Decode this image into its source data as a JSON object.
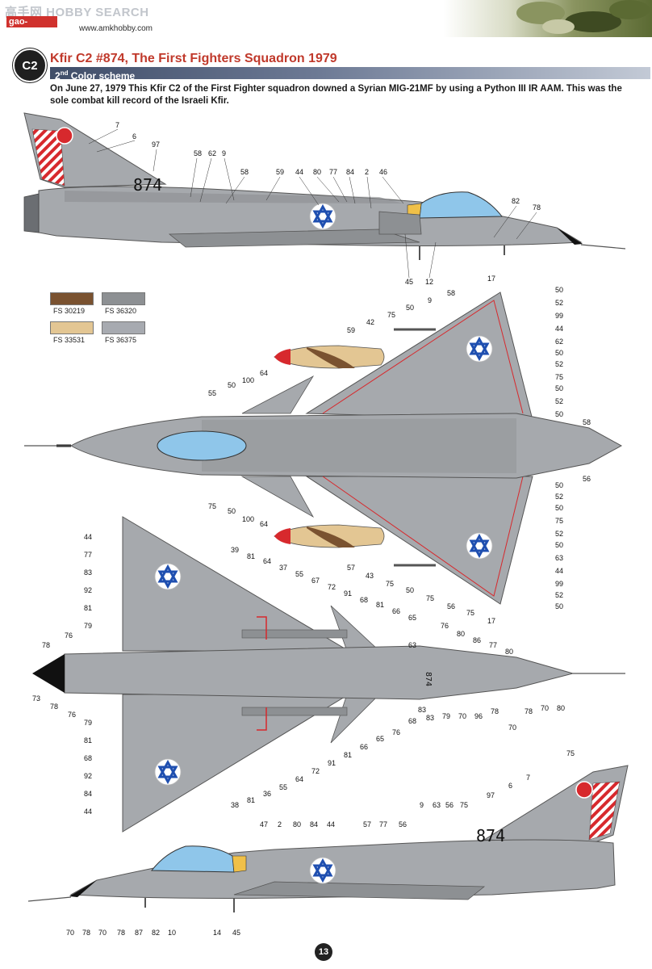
{
  "header": {
    "watermark": "高手网 HOBBY SEARCH",
    "brand": "gao-shou.com",
    "url": "www.amkhobby.com",
    "camo_colors": [
      "#5b6a33",
      "#8a9460",
      "#3e4a22",
      "#c7c9a6"
    ]
  },
  "profile": {
    "code": "C2",
    "title": "Kfir C2 #874, The First Fighters Squadron 1979",
    "scheme_sup": "nd",
    "scheme_prefix": "2",
    "scheme_suffix": " Color scheme",
    "description": "On June 27, 1979 This Kfir C2 of the First Fighter squadron downed a Syrian MIG-21MF by using a Python III IR AAM. This was the sole combat kill record of the Israeli Kfir."
  },
  "swatches": [
    {
      "code": "FS 30219",
      "color": "#7a5230"
    },
    {
      "code": "FS 36320",
      "color": "#8d9093"
    },
    {
      "code": "FS 33531",
      "color": "#e3c693"
    },
    {
      "code": "FS 36375",
      "color": "#a7aab0"
    }
  ],
  "aircraft": {
    "serial": "874",
    "roundel_color": "#1f4fb0",
    "body_color": "#a6a9ad",
    "dark_gray": "#8d9093",
    "canopy_color": "#8fc6ea",
    "stripe_color": "#d7292d"
  },
  "callouts": {
    "side_top": [
      "7",
      "6",
      "97",
      "58",
      "62",
      "9",
      "58",
      "59",
      "44",
      "80",
      "77",
      "84",
      "2",
      "46",
      "82",
      "78",
      "45",
      "12"
    ],
    "top_left": [
      "59",
      "42",
      "75",
      "50",
      "9",
      "58",
      "17",
      "100",
      "64",
      "55",
      "50",
      "75",
      "50",
      "100",
      "64",
      "57",
      "43",
      "75",
      "50",
      "75",
      "56",
      "75",
      "17"
    ],
    "top_right": [
      "50",
      "52",
      "99",
      "44",
      "62",
      "50",
      "52",
      "75",
      "50",
      "52",
      "50",
      "58",
      "56",
      "50",
      "52",
      "50",
      "75",
      "52",
      "50",
      "63",
      "44",
      "99",
      "52",
      "50"
    ],
    "bottom_left": [
      "44",
      "77",
      "83",
      "92",
      "81",
      "79",
      "78",
      "76",
      "73",
      "78",
      "76",
      "79",
      "81",
      "68",
      "92",
      "84",
      "44",
      "39",
      "81",
      "64",
      "37",
      "55",
      "67",
      "72",
      "91",
      "68",
      "81",
      "66",
      "65",
      "76",
      "63",
      "38",
      "81",
      "36",
      "55",
      "64",
      "72",
      "91",
      "81",
      "66",
      "65",
      "76",
      "68"
    ],
    "bottom_right": [
      "80",
      "86",
      "77",
      "80",
      "83",
      "83",
      "79",
      "70",
      "96",
      "78",
      "70",
      "78",
      "70",
      "80"
    ],
    "side_bottom": [
      "75",
      "7",
      "6",
      "97",
      "9",
      "63",
      "56",
      "75",
      "47",
      "2",
      "80",
      "84",
      "44",
      "57",
      "77",
      "56",
      "874",
      "70",
      "78",
      "70",
      "78",
      "87",
      "82",
      "10",
      "14",
      "45"
    ]
  },
  "page_number": "13"
}
